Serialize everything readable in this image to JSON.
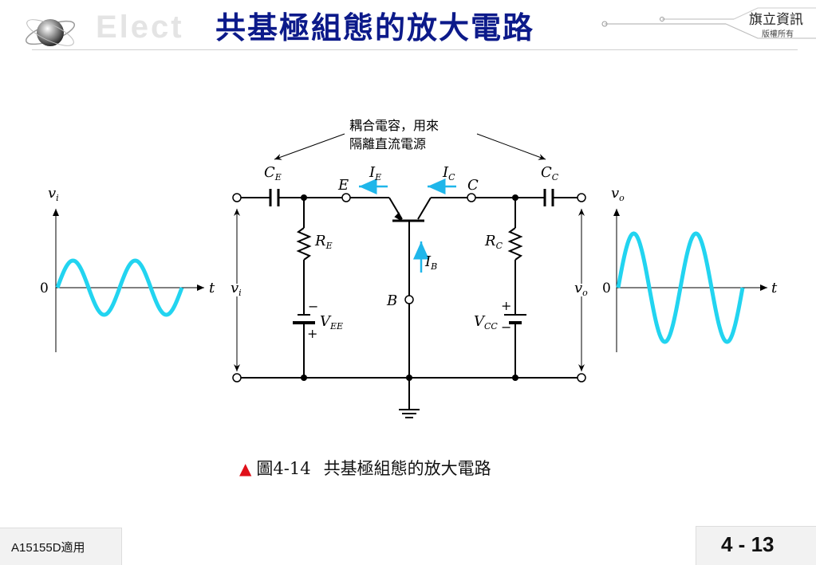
{
  "header": {
    "title": "共基極組態的放大電路",
    "watermark": "Elect",
    "publisher": "旗立資訊",
    "rights": "版權所有"
  },
  "diagram": {
    "note_line1": "耦合電容，用來",
    "note_line2": "隔離直流電源",
    "cap_in": "C",
    "cap_in_sub": "E",
    "cap_out": "C",
    "cap_out_sub": "C",
    "node_e": "E",
    "node_c": "C",
    "node_b": "B",
    "current_e": "I",
    "current_e_sub": "E",
    "current_c": "I",
    "current_c_sub": "C",
    "current_b": "I",
    "current_b_sub": "B",
    "res_e": "R",
    "res_e_sub": "E",
    "res_c": "R",
    "res_c_sub": "C",
    "supply_e": "V",
    "supply_e_sub": "EE",
    "supply_c": "V",
    "supply_c_sub": "CC",
    "plus": "+",
    "minus": "−",
    "vin": "v",
    "vin_sub": "i",
    "vout": "v",
    "vout_sub": "o",
    "zero": "0",
    "time": "t",
    "wave_color": "#22d4f0",
    "arrow_color": "#1fb6ea"
  },
  "caption": {
    "marker": "▲",
    "figure": "圖4-14",
    "text": "共基極組態的放大電路"
  },
  "footer": {
    "course": "A15155D適用",
    "page": "4 - 13"
  }
}
